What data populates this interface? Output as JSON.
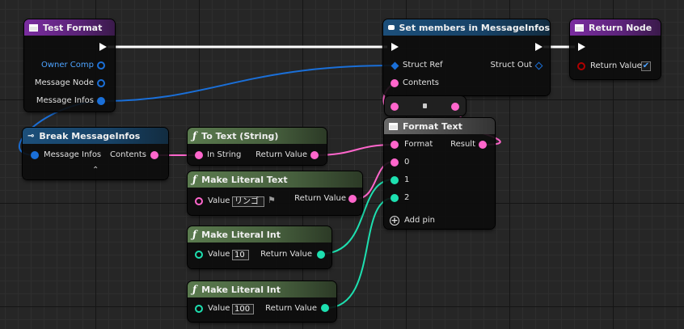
{
  "nodes": {
    "test_format": {
      "title": "Test Format",
      "pins": {
        "owner_comp": "Owner Comp",
        "message_node": "Message Node",
        "message_infos": "Message Infos"
      }
    },
    "set_members": {
      "title": "Set members in MessageInfos",
      "pins": {
        "struct_ref": "Struct Ref",
        "struct_out": "Struct Out",
        "contents": "Contents"
      }
    },
    "return_node": {
      "title": "Return Node",
      "pins": {
        "return_value": "Return Value"
      },
      "checkbox": "✔"
    },
    "break_message_infos": {
      "title": "Break MessageInfos",
      "pins": {
        "message_infos": "Message Infos",
        "contents": "Contents"
      },
      "expand": "⌃"
    },
    "to_text": {
      "title": "To Text (String)",
      "pins": {
        "in_string": "In String",
        "return_value": "Return Value"
      }
    },
    "format_text": {
      "title": "Format Text",
      "pins": {
        "format": "Format",
        "result": "Result",
        "arg0": "0",
        "arg1": "1",
        "arg2": "2"
      },
      "add_pin": "Add pin"
    },
    "make_literal_text": {
      "title": "Make Literal Text",
      "pins": {
        "value": "Value",
        "return_value": "Return Value"
      },
      "value_input": "リンゴ"
    },
    "make_literal_int_1": {
      "title": "Make Literal Int",
      "pins": {
        "value": "Value",
        "return_value": "Return Value"
      },
      "value_input": "10"
    },
    "make_literal_int_2": {
      "title": "Make Literal Int",
      "pins": {
        "value": "Value",
        "return_value": "Return Value"
      },
      "value_input": "100"
    }
  },
  "icons": {
    "function": "ƒ",
    "flag": "⚑",
    "plus": "+",
    "break": "⊸"
  },
  "colors": {
    "struct_pin": "#1a6fd8",
    "string_pin": "#ff66cc",
    "int_pin": "#1de0b0",
    "exec_pin": "#ffffff",
    "bool_pin": "#b00000"
  }
}
